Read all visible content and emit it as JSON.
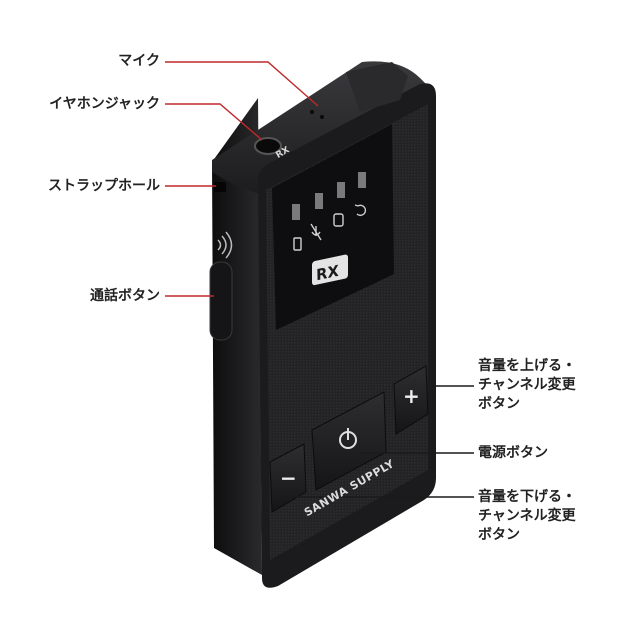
{
  "labels": {
    "mic": "マイク",
    "earphone_jack": "イヤホンジャック",
    "strap_hole": "ストラップホール",
    "talk_button": "通話ボタン",
    "volume_up": "音量を上げる・\nチャンネル変更\nボタン",
    "power_button": "電源ボタン",
    "volume_down": "音量を下げる・\nチャンネル変更\nボタン"
  },
  "device": {
    "brand": "SANWA SUPPLY",
    "mode_badge": "RX",
    "jack_label": "RX",
    "plus_symbol": "+",
    "minus_symbol": "−"
  },
  "colors": {
    "leader": "#c0282b",
    "body": "#1b1b1d",
    "panel": "#262628",
    "text": "#222222"
  }
}
